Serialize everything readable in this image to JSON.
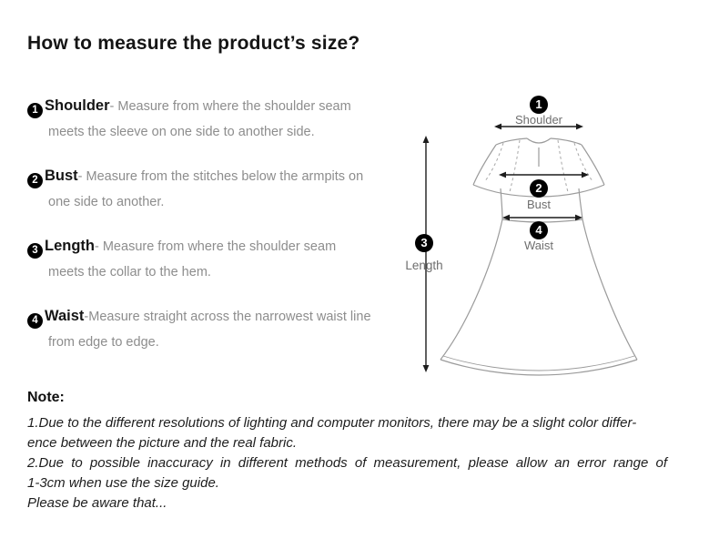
{
  "page": {
    "title": "How to measure the product’s size?"
  },
  "instructions": [
    {
      "number": "1",
      "term": "Shoulder",
      "description": "- Measure from where the shoulder seam meets the sleeve on one side to another side."
    },
    {
      "number": "2",
      "term": "Bust",
      "description": "- Measure from the stitches below the armpits on one side to another."
    },
    {
      "number": "3",
      "term": "Length",
      "description": "- Measure from where the shoulder seam meets the collar to the hem."
    },
    {
      "number": "4",
      "term": "Waist",
      "description": "-Measure straight across the narrowest waist line from edge to edge."
    }
  ],
  "diagram": {
    "shoulder": {
      "number": "1",
      "label": "Shoulder"
    },
    "bust": {
      "number": "2",
      "label": "Bust"
    },
    "waist": {
      "number": "4",
      "label": "Waist"
    },
    "length": {
      "number": "3",
      "label": "Length"
    }
  },
  "note": {
    "heading": "Note:",
    "lines": [
      "1.Due to the different resolutions of lighting and computer monitors, there may be a slight color differ-",
      "ence between the picture and the real fabric.",
      "2.Due to possible inaccuracy in different methods of measurement, please allow an error range of",
      "1-3cm when use the size guide.",
      "Please be aware that..."
    ]
  }
}
